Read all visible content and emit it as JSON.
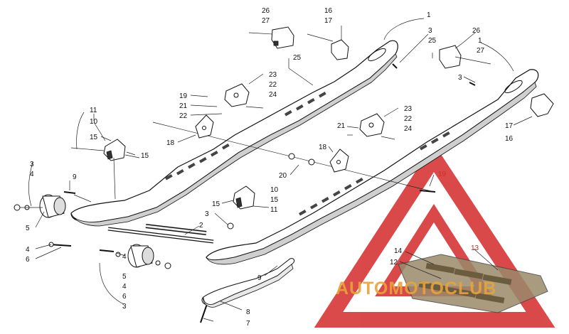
{
  "diagram": {
    "callouts": [
      {
        "id": "c26a",
        "text": "26"
      },
      {
        "id": "c27a",
        "text": "27"
      },
      {
        "id": "c25a",
        "text": "25"
      },
      {
        "id": "c16a",
        "text": "16"
      },
      {
        "id": "c17a",
        "text": "17"
      },
      {
        "id": "c1a",
        "text": "1"
      },
      {
        "id": "c3a",
        "text": "3"
      },
      {
        "id": "c25b",
        "text": "25"
      },
      {
        "id": "c26b",
        "text": "26"
      },
      {
        "id": "c1b",
        "text": "1"
      },
      {
        "id": "c27b",
        "text": "27"
      },
      {
        "id": "c3b",
        "text": "3"
      },
      {
        "id": "c23a",
        "text": "23"
      },
      {
        "id": "c22a",
        "text": "22"
      },
      {
        "id": "c24a",
        "text": "24"
      },
      {
        "id": "c19a",
        "text": "19"
      },
      {
        "id": "c21a",
        "text": "21"
      },
      {
        "id": "c22b",
        "text": "22"
      },
      {
        "id": "c18a",
        "text": "18"
      },
      {
        "id": "c11a",
        "text": "11"
      },
      {
        "id": "c10a",
        "text": "10"
      },
      {
        "id": "c15a",
        "text": "15"
      },
      {
        "id": "c15b",
        "text": "15"
      },
      {
        "id": "c17b",
        "text": "17"
      },
      {
        "id": "c16b",
        "text": "16"
      },
      {
        "id": "c23b",
        "text": "23"
      },
      {
        "id": "c22c",
        "text": "22"
      },
      {
        "id": "c21b",
        "text": "21"
      },
      {
        "id": "c24b",
        "text": "24"
      },
      {
        "id": "c18b",
        "text": "18"
      },
      {
        "id": "c20",
        "text": "20"
      },
      {
        "id": "c19b",
        "text": "19"
      },
      {
        "id": "c9a",
        "text": "9"
      },
      {
        "id": "c3c",
        "text": "3"
      },
      {
        "id": "c4a",
        "text": "4"
      },
      {
        "id": "c5a",
        "text": "5"
      },
      {
        "id": "c4b",
        "text": "4"
      },
      {
        "id": "c6a",
        "text": "6"
      },
      {
        "id": "c15c",
        "text": "15"
      },
      {
        "id": "c10b",
        "text": "10"
      },
      {
        "id": "c15d",
        "text": "15"
      },
      {
        "id": "c11b",
        "text": "11"
      },
      {
        "id": "c3d",
        "text": "3"
      },
      {
        "id": "c2",
        "text": "2"
      },
      {
        "id": "c4c",
        "text": "4"
      },
      {
        "id": "c5b",
        "text": "5"
      },
      {
        "id": "c4d",
        "text": "4"
      },
      {
        "id": "c6b",
        "text": "6"
      },
      {
        "id": "c3e",
        "text": "3"
      },
      {
        "id": "c9b",
        "text": "9"
      },
      {
        "id": "c14",
        "text": "14"
      },
      {
        "id": "c13",
        "text": "13"
      },
      {
        "id": "c12",
        "text": "12"
      },
      {
        "id": "c8",
        "text": "8"
      },
      {
        "id": "c7",
        "text": "7"
      }
    ],
    "highlight_color": "#d42a2a",
    "watermark": {
      "text": "AUTOMOTOCLUB",
      "color": "#e8a33a",
      "logo_color": "#d42a2a"
    }
  }
}
